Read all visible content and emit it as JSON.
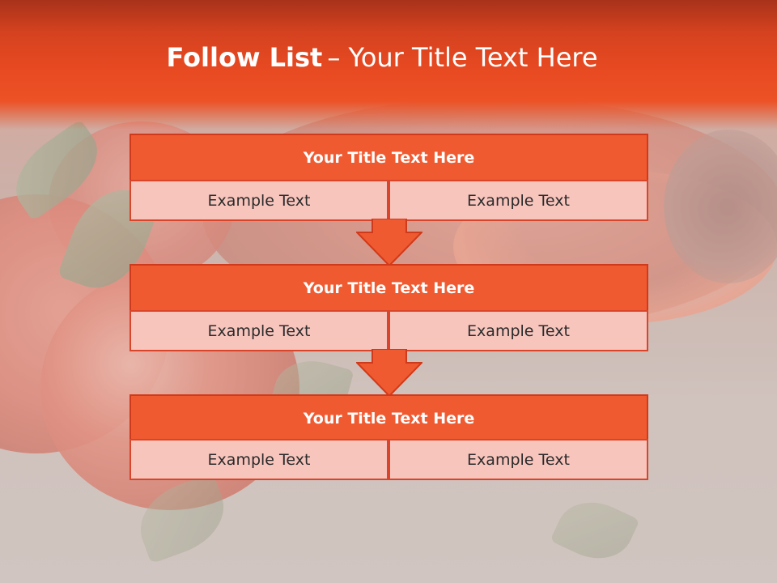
{
  "slide": {
    "title_bold": "Follow List",
    "title_rest": "– Your Title Text Here"
  },
  "steps": [
    {
      "title": "Your Title Text Here",
      "left": "Example Text",
      "right": "Example Text"
    },
    {
      "title": "Your Title Text Here",
      "left": "Example Text",
      "right": "Example Text"
    },
    {
      "title": "Your Title Text Here",
      "left": "Example Text",
      "right": "Example Text"
    }
  ],
  "colors": {
    "header": "#e84a22",
    "box_header": "#f05a30",
    "box_border": "#d0391a",
    "cell_fill": "#f8c5bd",
    "arrow": "#f05a30"
  }
}
